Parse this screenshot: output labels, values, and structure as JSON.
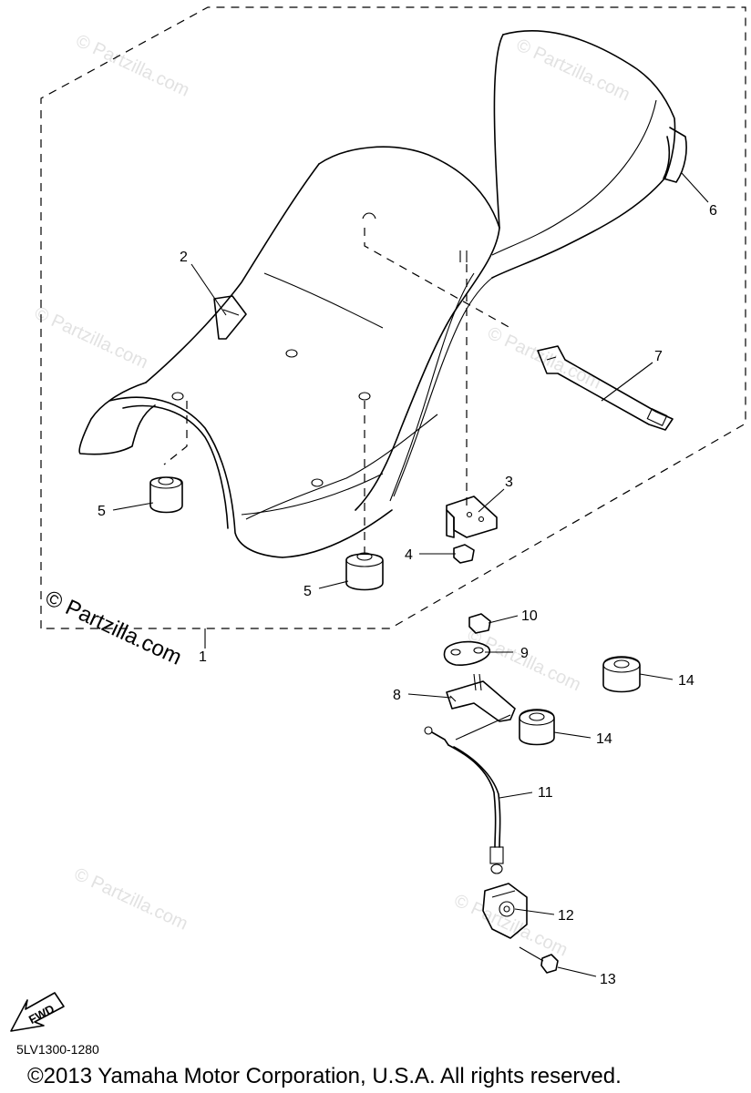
{
  "diagram": {
    "callouts": [
      "1",
      "2",
      "3",
      "4",
      "5",
      "5",
      "6",
      "7",
      "8",
      "9",
      "10",
      "11",
      "12",
      "13",
      "14",
      "14"
    ],
    "watermark_small": "© Partzilla.com",
    "watermark_large": "© Partzilla.com",
    "fwd_label": "FWD",
    "drawing_code": "5LV1300-1280",
    "copyright": "©2013 Yamaha Motor Corporation, U.S.A. All rights reserved."
  }
}
